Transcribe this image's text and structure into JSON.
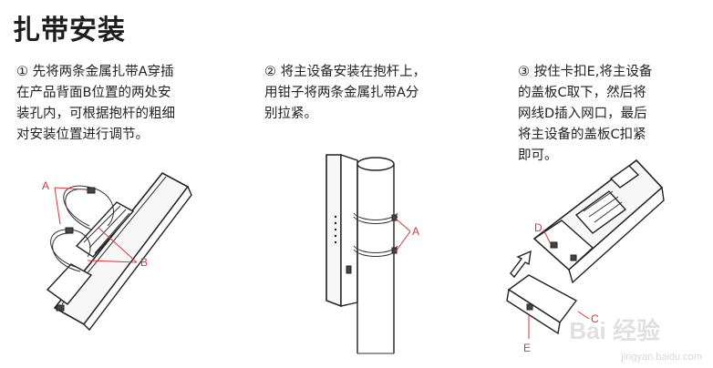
{
  "page": {
    "title": "扎带安装"
  },
  "steps": [
    {
      "text": "① 先将两条金属扎带A穿插\n在产品背面B位置的两处安\n装孔内，可根据抱杆的粗细\n对安装位置进行调节。"
    },
    {
      "text": "②  将主设备安装在抱杆上，\n用钳子将两条金属扎带A分\n别拉紧。"
    },
    {
      "text": "③ 按住卡扣E,将主设备\n的盖板C取下，然后将\n网线D插入网口，最后\n将主设备的盖板C扣紧\n即可。"
    }
  ],
  "callouts": {
    "step1_a": "A",
    "step1_b": "B",
    "step2_a": "A",
    "step3_d": "D",
    "step3_c": "C",
    "step3_e": "E"
  },
  "watermark": {
    "brand": "Bai 经验",
    "url": "jingyan.baidu.com"
  }
}
